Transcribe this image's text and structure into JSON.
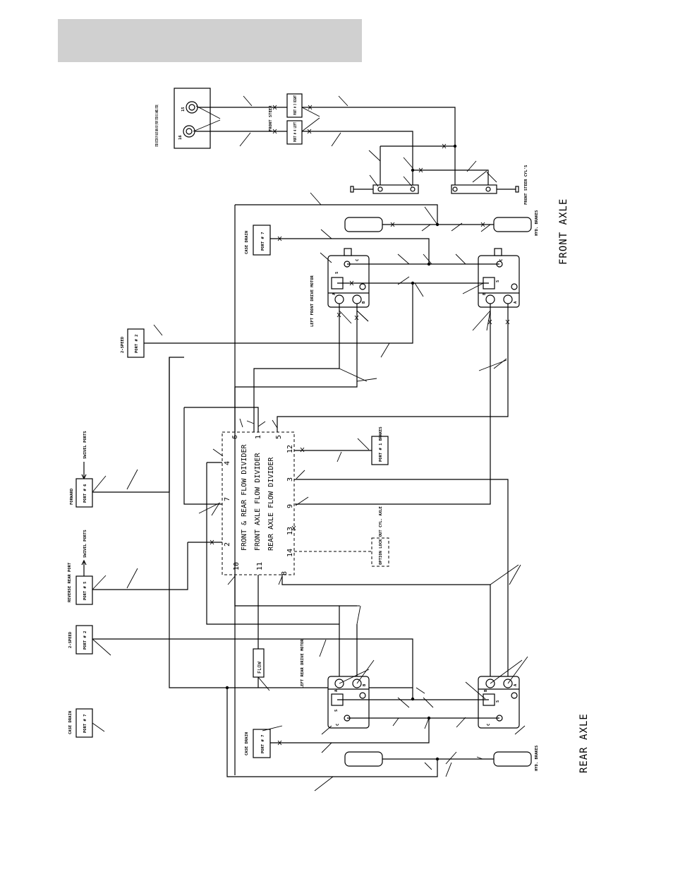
{
  "header": {
    "bar_color": "#d0d0d0"
  },
  "axles": {
    "front": "FRONT AXLE",
    "rear": "REAR AXLE"
  },
  "flow_divider": {
    "title_front_rear": "FRONT & REAR FLOW DIVIDER",
    "title_front_axle": "FRONT AXLE FLOW DIVIDER",
    "title_rear_axle": "REAR AXLE FLOW DIVIDER",
    "ports": [
      "6",
      "1",
      "5",
      "12",
      "4",
      "3",
      "7",
      "9",
      "2",
      "13",
      "14",
      "10",
      "11",
      "8"
    ]
  },
  "steer": {
    "valve_label": "STEER SECTION OF VALVE BANK ASSY (FRONT STEER OR 2-WHEEL STEER)",
    "valve_ports": [
      "15",
      "16"
    ],
    "port3": "PORT # 3 RIGHT",
    "port4": "PORT # 4 LEFT",
    "front_steer": "FRONT STEER",
    "cyls_label": "FRONT STEER CYL'S"
  },
  "front": {
    "case_drain": "CASE DRAIN",
    "port7": "PORT # 7",
    "hyd_brakes": "HYD. BRAKES",
    "left_motor": "LEFT FRONT DRIVE MOTOR",
    "two_speed": "2-SPEED",
    "port2": "PORT # 2"
  },
  "side": {
    "swivel_ports": "SWIVEL PORTS",
    "forward": "FORWARD",
    "port6": "PORT # 6",
    "reverse": "REVERSE REAR PORT",
    "port5": "PORT # 5",
    "two_speed": "2-SPEED",
    "port2": "PORT # 2",
    "case_drain": "CASE DRAIN",
    "port7": "PORT # 7"
  },
  "brakes_port": "PORT # 1 BRAKES",
  "option": "OPTION LOCK OUT CYL. AXLE",
  "flow_label": "FLOW",
  "rear": {
    "left_motor": "LEFT REAR DRIVE MOTOR",
    "case_drain": "CASE DRAIN",
    "port7": "PORT # 7",
    "hyd_brakes": "HYD. BRAKES"
  },
  "motor_ports": {
    "s": "S",
    "c": "C",
    "a": "A",
    "b": "B",
    "d": "D"
  }
}
